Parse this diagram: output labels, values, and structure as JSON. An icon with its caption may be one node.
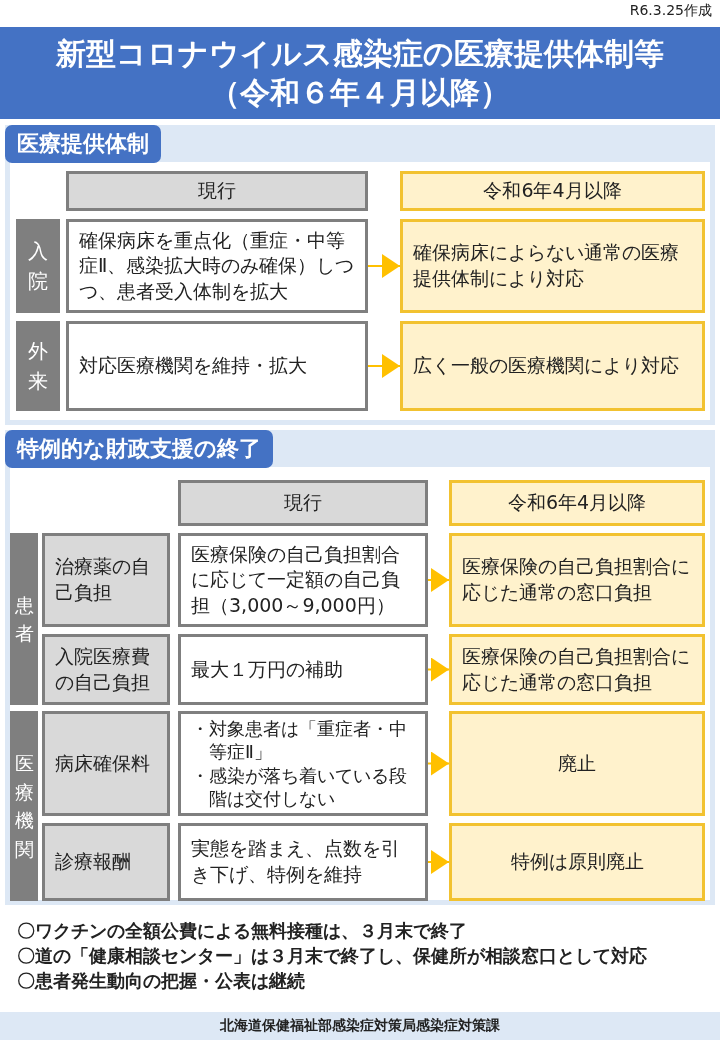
{
  "diagram": {
    "title": "新型コロナウイルス感染症の医療提供体制等（令和６年４月以降）",
    "nodes": [
      {
        "text": [
          "医療提供体制"
        ]
      },
      {
        "text": [
          "現行"
        ],
        "in": 0
      },
      {
        "text": [
          "令和6年4月以降"
        ],
        "in": 0
      },
      {
        "text": [
          "入院"
        ],
        "in": 0
      },
      {
        "text": [
          "確保病床を重点化（重症・中等症Ⅱ、感染拡大時のみ確保）しつつ、患者受入体制を拡大"
        ],
        "in": 0
      },
      {
        "text": [
          "確保病床によらない通常の医療提供体制により対応"
        ],
        "in": 0
      },
      {
        "text": [
          "外来"
        ],
        "in": 0
      },
      {
        "text": [
          "対応医療機関を維持・拡大"
        ],
        "in": 0
      },
      {
        "text": [
          "広く一般の医療機関により対応"
        ],
        "in": 0
      },
      {
        "text": [
          "特例的な財政支援の終了"
        ]
      },
      {
        "text": [
          "現行"
        ],
        "in": 9
      },
      {
        "text": [
          "令和6年4月以降"
        ],
        "in": 9
      },
      {
        "text": [
          "患者"
        ],
        "in": 9
      },
      {
        "text": [
          "治療薬の自己負担"
        ],
        "in": 9
      },
      {
        "text": [
          "医療保険の自己負担割合に応じて一定額の自己負担（3,000～9,000円）"
        ],
        "in": 9
      },
      {
        "text": [
          "医療保険の自己負担割合に応じた通常の窓口負担"
        ],
        "in": 9
      },
      {
        "text": [
          "入院医療費の自己負担"
        ],
        "in": 9
      },
      {
        "text": [
          "最大１万円の補助"
        ],
        "in": 9
      },
      {
        "text": [
          "医療保険の自己負担割合に応じた通常の窓口負担"
        ],
        "in": 9
      },
      {
        "text": [
          "医療機関"
        ],
        "in": 9
      },
      {
        "text": [
          "病床確保料"
        ],
        "in": 9
      },
      {
        "text": [
          "・対象患者は「重症者・中等症Ⅱ」",
          "・感染が落ち着いている段階は交付しない"
        ],
        "in": 9
      },
      {
        "text": [
          "廃止"
        ],
        "in": 9
      },
      {
        "text": [
          "診療報酬"
        ],
        "in": 9
      },
      {
        "text": [
          "実態を踏まえ、点数を引き下げ、特例を維持"
        ],
        "in": 9
      },
      {
        "text": [
          "特例は原則廃止"
        ],
        "in": 9
      },
      {
        "text": [
          "〇ワクチンの全額公費による無料接種は、３月末で終了",
          "〇道の「健康相談センター」は３月末で終了し、保健所が相談窓口として対応",
          "〇患者発生動向の把握・公表は継続"
        ]
      }
    ],
    "edges": [
      {
        "from": 4,
        "to": 5,
        "arrow": "to"
      },
      {
        "from": 7,
        "to": 8,
        "arrow": "to"
      },
      {
        "from": 14,
        "to": 15,
        "arrow": "to"
      },
      {
        "from": 17,
        "to": 18,
        "arrow": "to"
      },
      {
        "from": 21,
        "to": 22,
        "arrow": "to"
      },
      {
        "from": 24,
        "to": 25,
        "arrow": "to"
      }
    ],
    "labels": [
      "R6.3.25作成",
      "北海道保健福祉部感染症対策局感染症対策課"
    ]
  }
}
